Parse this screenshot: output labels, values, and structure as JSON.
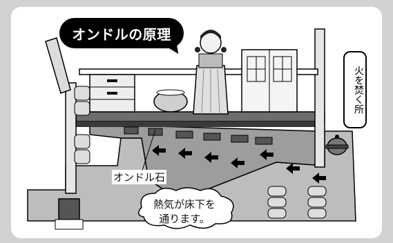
{
  "title": "オンドルの原理",
  "fire_place_label": "火を焚く所",
  "stone_label": "オンドル石",
  "heat_label_line1": "熱気が床下を",
  "heat_label_line2": "通ります。"
}
